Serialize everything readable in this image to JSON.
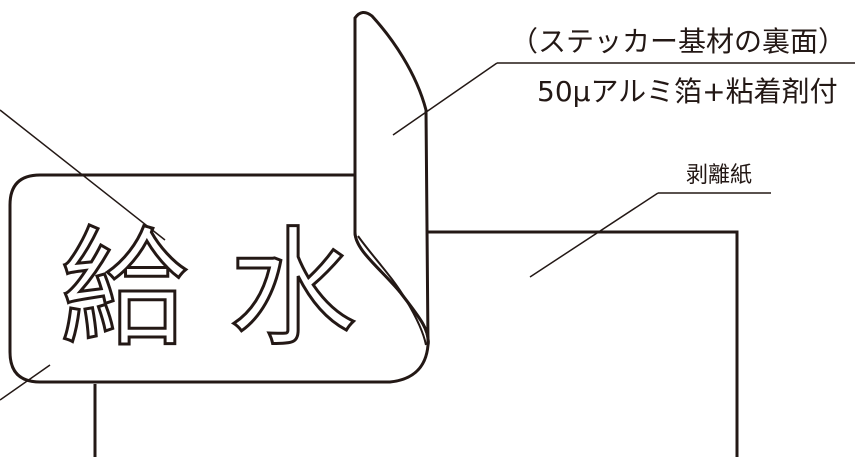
{
  "labels": {
    "sticker_back": "（ステッカー基材の裏面）",
    "foil": "50μアルミ箔+粘着剤付",
    "release_paper": "剥離紙"
  },
  "sticker": {
    "text": "給 水"
  },
  "colors": {
    "line": "#231815",
    "background": "#ffffff"
  }
}
